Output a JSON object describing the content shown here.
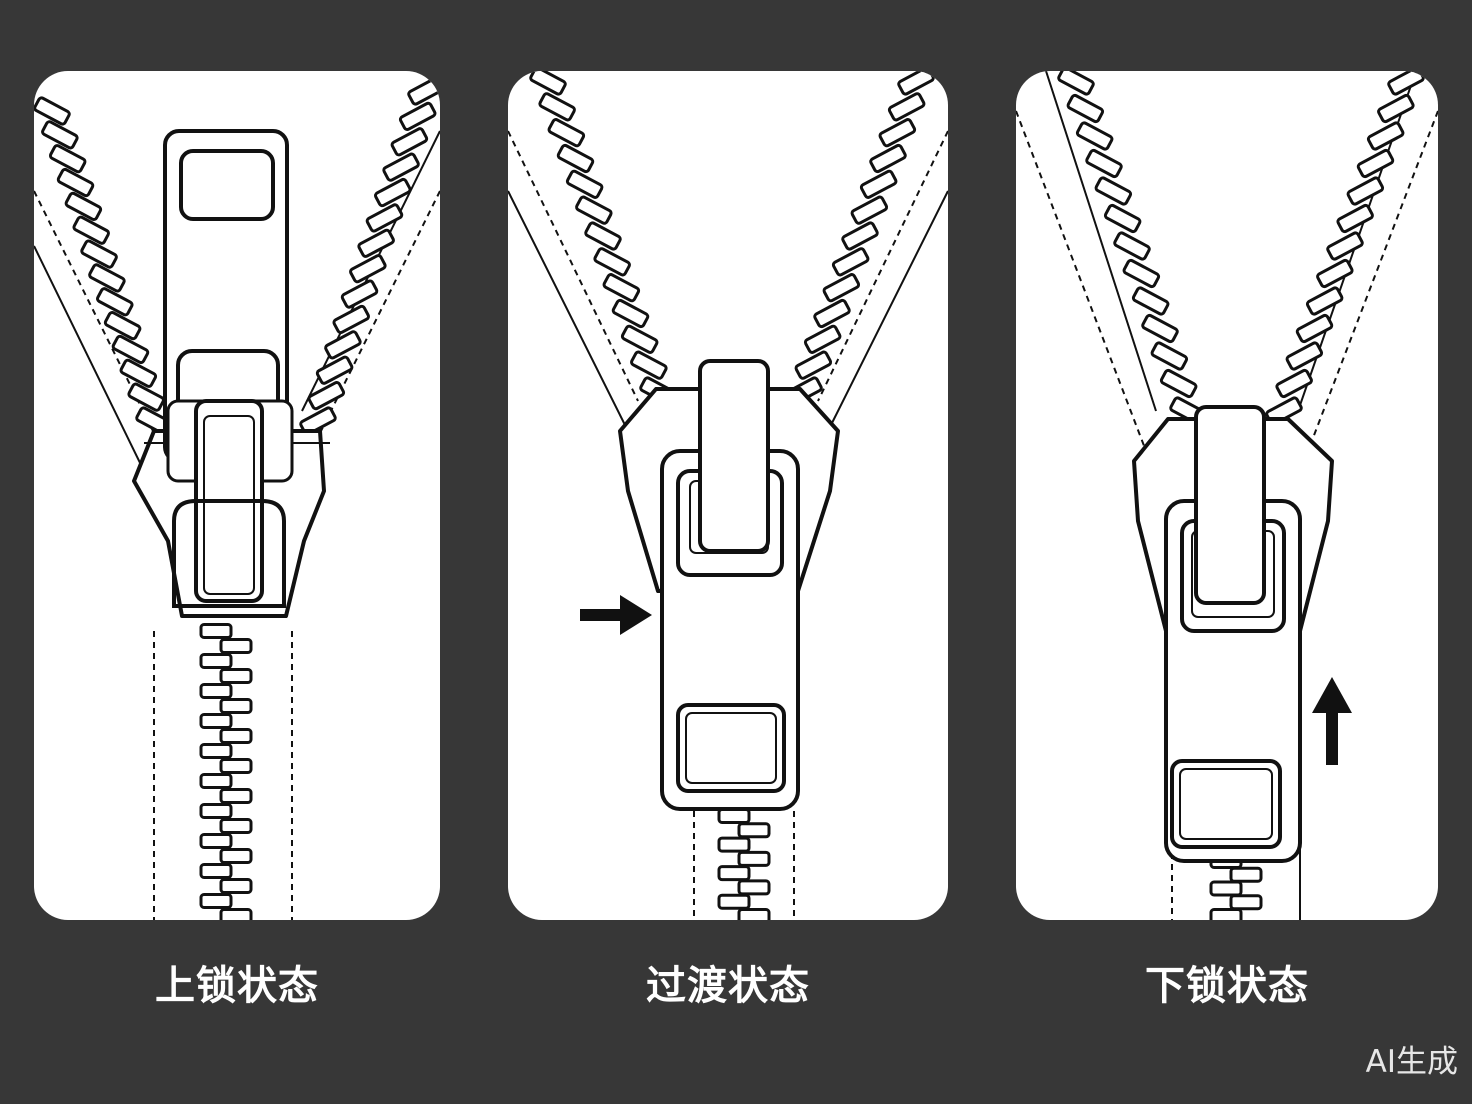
{
  "panels": [
    {
      "id": "locked-up",
      "caption": "上锁状态",
      "arrow": "none"
    },
    {
      "id": "transition",
      "caption": "过渡状态",
      "arrow": "right"
    },
    {
      "id": "locked-down",
      "caption": "下锁状态",
      "arrow": "up"
    }
  ],
  "watermark": "AI生成",
  "colors": {
    "background": "#373737",
    "panel": "#ffffff",
    "line": "#111111",
    "caption_text": "#ffffff"
  },
  "icons": [
    "zipper-slider-icon",
    "arrow-right-icon",
    "arrow-up-icon"
  ]
}
